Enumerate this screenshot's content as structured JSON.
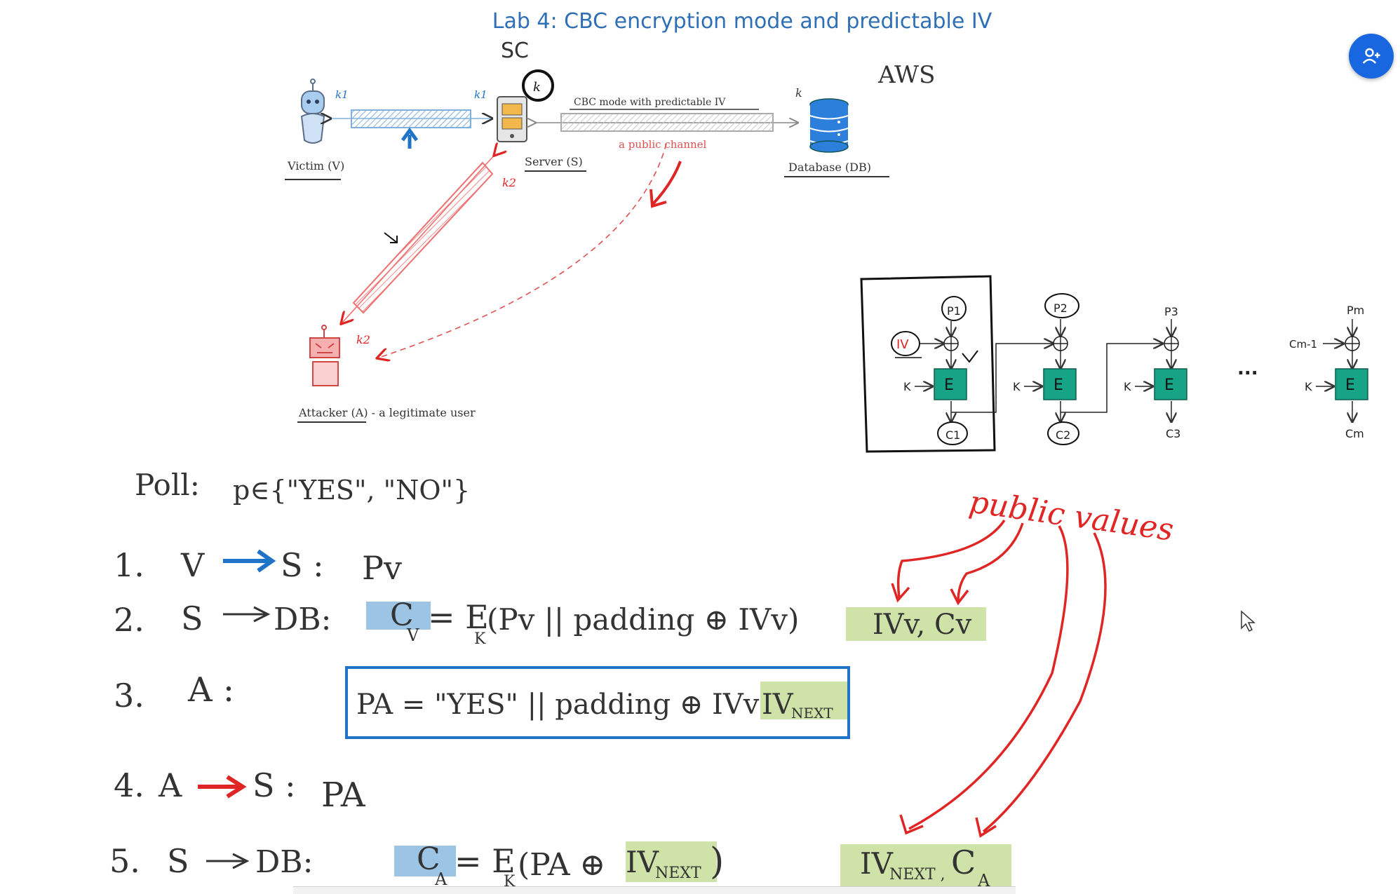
{
  "title": "Lab 4: CBC encryption mode and predictable IV",
  "top_note": "SC",
  "cloud_note": "AWS",
  "scheme": {
    "victim": "Victim (V)",
    "server": "Server (S)",
    "database": "Database (DB)",
    "attacker": "Attacker (A) - a legitimate user",
    "channel_top": "CBC mode with predictable IV",
    "channel_bottom": "a public channel",
    "k1": "k1",
    "k2": "k2",
    "k": "k",
    "clock": "k"
  },
  "cbc": {
    "iv": "IV",
    "E": "E",
    "K": "K",
    "plaintexts": [
      "P1",
      "P2",
      "P3",
      "Pm"
    ],
    "ciphertexts": [
      "C1",
      "C2",
      "C3",
      "Cm"
    ],
    "prev": "Cm-1",
    "dots": "..."
  },
  "notes": {
    "public_values": "public values",
    "poll": "Poll:",
    "poll_set": "p∈{\"YES\", \"NO\"}",
    "step1_num": "1.",
    "step1_lhs": "V",
    "step1_rhs": "S :",
    "step1_val": "Pv",
    "step2_num": "2.",
    "step2_lhs": "S",
    "step2_rhs": "DB:",
    "step2_c": "C",
    "step2_c_sub": "V",
    "step2_eq": "= E",
    "step2_eq_sub": "K",
    "step2_arg": "(Pv || padding ⊕ IVv)",
    "step2_pub": "IVv, Cv",
    "step3_num": "3.",
    "step3_lhs": "A :",
    "step3_formula": "PA = \"YES\" || padding ⊕ IVv ⊕",
    "step3_iv": "IV",
    "step3_iv_sub": "NEXT",
    "step4_num": "4.",
    "step4_lhs": "A",
    "step4_rhs": "S :",
    "step4_val": "PA",
    "step5_num": "5.",
    "step5_lhs": "S",
    "step5_rhs": "DB:",
    "step5_c": "C",
    "step5_c_sub": "A",
    "step5_eq": "= E",
    "step5_eq_sub": "K",
    "step5_arg": "(PA ⊕",
    "step5_iv": "IV",
    "step5_iv_sub": "NEXT",
    "step5_close": ")",
    "step5_pub": "IV",
    "step5_pub_sub": "NEXT ,",
    "step5_pub_c": "C",
    "step5_pub_c_sub": "A"
  },
  "colors": {
    "title": "#2e6fb5",
    "blue_arrow": "#1f74c8",
    "red": "#e02525",
    "highlight_green": "#cfe3a8",
    "highlight_blue": "#9cc4e4",
    "teal": "#16a386",
    "fab": "#1967e0"
  },
  "icons": [
    "person-add-icon",
    "robot-icon",
    "attacker-robot-icon",
    "phone-server-icon",
    "database-icon",
    "mouse-cursor-icon"
  ]
}
